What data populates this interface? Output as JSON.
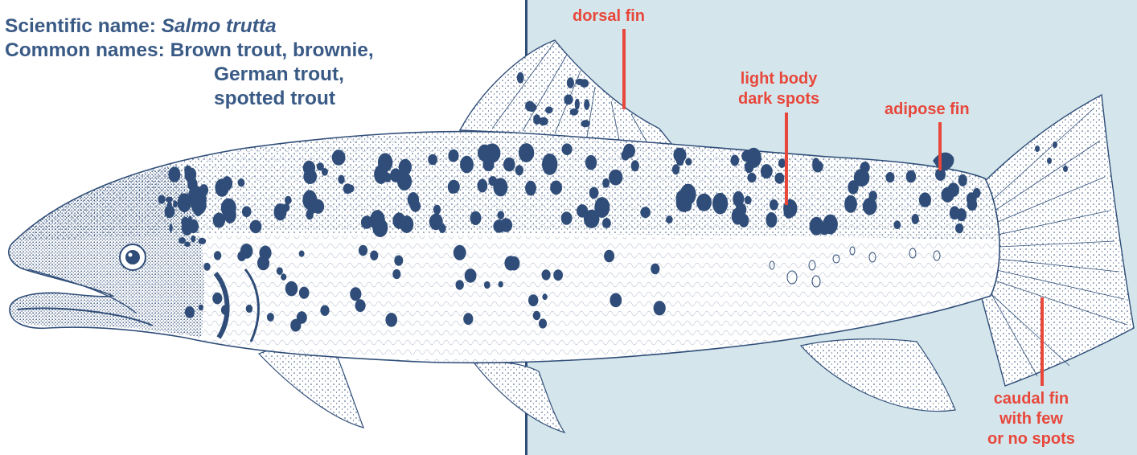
{
  "species": {
    "scientific_label": "Scientific name:",
    "scientific_name": "Salmo trutta",
    "common_label": "Common names:",
    "common_names": [
      "Brown trout, brownie,",
      "German trout,",
      "spotted trout"
    ]
  },
  "callouts": {
    "dorsal": "dorsal fin",
    "body": [
      "light body",
      "dark spots"
    ],
    "adipose": "adipose fin",
    "caudal": [
      "caudal fin",
      "with few",
      "or no spots"
    ]
  },
  "colors": {
    "text": "#3a5a86",
    "callout": "#e8473b",
    "panel": "#d4e6ec",
    "fish_ink": "#2f4d78"
  }
}
